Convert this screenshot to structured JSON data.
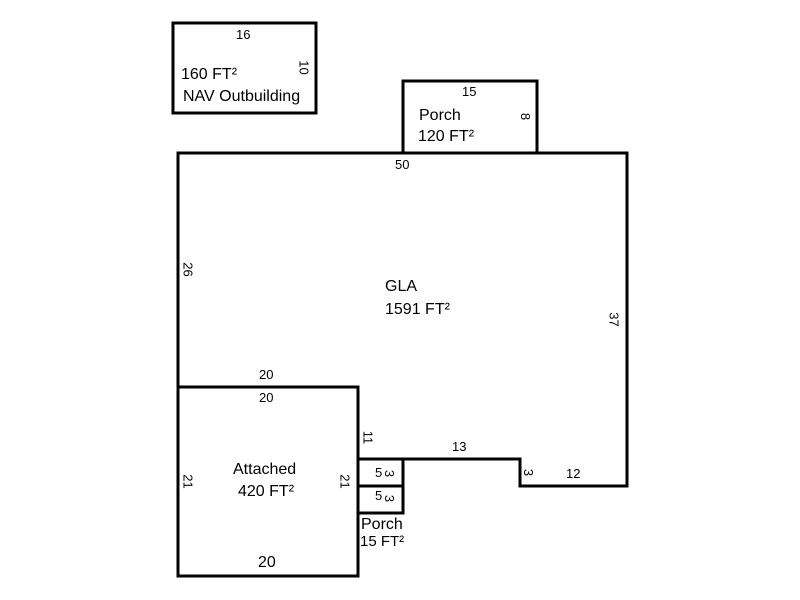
{
  "areas": {
    "outbuilding": {
      "name": "NAV Outbuilding",
      "area": "160 FT²",
      "dims": {
        "top": "16",
        "right": "10"
      }
    },
    "porch_top": {
      "name": "Porch",
      "area": "120 FT²",
      "dims": {
        "top": "15",
        "right": "8"
      }
    },
    "gla": {
      "name": "GLA",
      "area": "1591 FT²",
      "dims": {
        "top": "50",
        "left": "26",
        "right": "37",
        "inner_bottom": "20",
        "step_side": "11",
        "notch_top": "13",
        "notch_side": "3",
        "bottom_right": "12",
        "small_w": "5",
        "small_h": "3"
      }
    },
    "attached": {
      "name": "Attached",
      "area": "420 FT²",
      "dims": {
        "top": "20",
        "bottom": "20",
        "left": "21",
        "right": "21"
      }
    },
    "porch_small": {
      "name": "Porch",
      "area": "15 FT²",
      "dims": {
        "w": "5",
        "h": "3"
      }
    }
  },
  "colors": {
    "line": "#000000",
    "background": "#ffffff"
  }
}
